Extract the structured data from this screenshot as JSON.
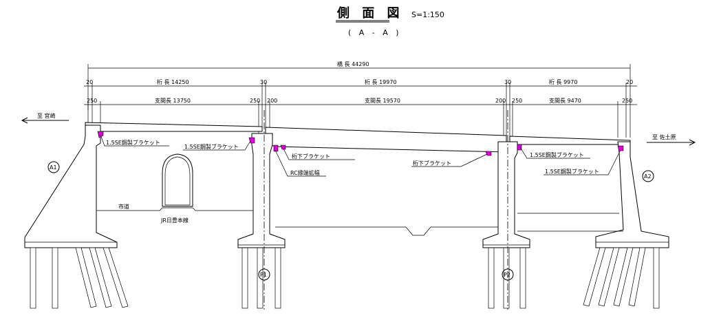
{
  "title": {
    "main": "側 面 図",
    "scale": "S=1:150",
    "section": "( A - A )"
  },
  "dimensions": {
    "bridge_length": "橋 長 44290",
    "girder_row": {
      "left_offset": "20",
      "span1": "桁 長 14250",
      "joint1": "30",
      "span2": "桁 長 19970",
      "joint2": "30",
      "span3": "桁 長 9970",
      "right_offset": "20"
    },
    "support_row": {
      "d1": "250",
      "span1": "支間長 13750",
      "d2": "250",
      "d3": "200",
      "span2": "支間長 19570",
      "d4": "200",
      "d5": "250",
      "span3": "支間長 9470",
      "d6": "250"
    }
  },
  "directions": {
    "left": "至 宮崎",
    "right": "至 佐土原"
  },
  "supports": {
    "a1": "A1",
    "p1": "P1",
    "p2": "P2",
    "a2": "A2"
  },
  "labels": {
    "bracket_a1": "1.5SE鋼製ブラケット",
    "bracket_p1": "1.5SE鋼製ブラケット",
    "girder_bracket_p1": "桁下ブラケット",
    "rc_widening": "RC縁端拡幅",
    "girder_bracket_p2": "桁下ブラケット",
    "bracket_p2": "1.5SE鋼製ブラケット",
    "bracket_a2": "1.5SE鋼製ブラケット",
    "city_road": "市道",
    "jr_line": "JR日豊本線"
  },
  "colors": {
    "bracket_fill": "#e000e0",
    "line": "#000000"
  }
}
